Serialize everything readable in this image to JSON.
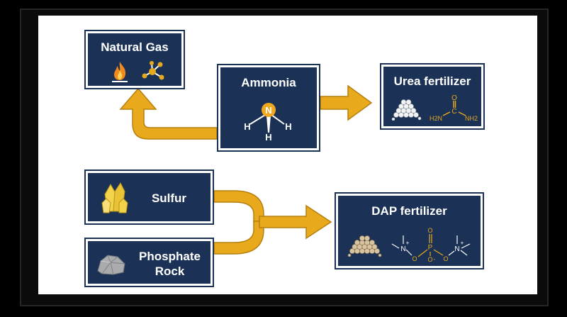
{
  "colors": {
    "box_fill": "#1b3256",
    "box_border": "#ffffff",
    "arrow": "#e8a91c",
    "arrow_edge": "#b5800f",
    "frame": "#0b0b0b"
  },
  "nodes": {
    "natural_gas": {
      "label": "Natural Gas",
      "icons": [
        "flame-icon",
        "molecule-icon"
      ]
    },
    "ammonia": {
      "label": "Ammonia",
      "molecule": {
        "center": "N",
        "h1": "H",
        "h2": "H",
        "h3": "H"
      }
    },
    "urea": {
      "label": "Urea fertilizer",
      "formula": {
        "c": "C",
        "o": "O",
        "nh2_left": "H2N",
        "nh2_right": "NH2"
      }
    },
    "sulfur": {
      "label": "Sulfur"
    },
    "phosphate": {
      "label_line1": "Phosphate",
      "label_line2": "Rock"
    },
    "dap": {
      "label": "DAP fertilizer",
      "formula": {
        "p": "P",
        "o": "O",
        "n": "N",
        "plus": "+",
        "minus": "-"
      }
    }
  },
  "edges": [
    {
      "from": "ammonia",
      "to": "natural_gas"
    },
    {
      "from": "ammonia",
      "to": "urea"
    },
    {
      "from": "sulfur",
      "to": "dap"
    },
    {
      "from": "phosphate",
      "to": "dap"
    }
  ]
}
